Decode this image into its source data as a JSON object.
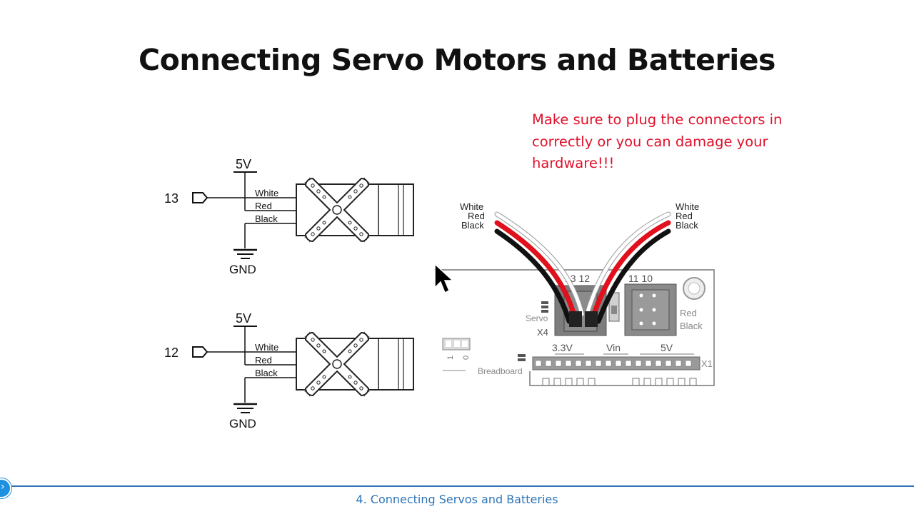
{
  "slide": {
    "title": "Connecting Servo Motors and Batteries",
    "warning_lines": [
      "Make sure to plug the connectors in",
      "correctly or you can damage your",
      "hardware!!!"
    ],
    "footer": "4. Connecting Servos and Batteries"
  },
  "schematic_top": {
    "pin": "13",
    "supply": "5V",
    "ground": "GND",
    "wires": [
      "White",
      "Red",
      "Black"
    ]
  },
  "schematic_bottom": {
    "pin": "12",
    "supply": "5V",
    "ground": "GND",
    "wires": [
      "White",
      "Red",
      "Black"
    ]
  },
  "board": {
    "left_wire_labels": [
      "White",
      "Red",
      "Black"
    ],
    "right_wire_labels": [
      "White",
      "Red",
      "Black"
    ],
    "header_pins_left": "13 12",
    "header_pins_right": "11 10",
    "servo_label": "Servo",
    "x4_label": "X4",
    "battery_labels": [
      "Red",
      "Black"
    ],
    "rail_labels": [
      "3.3V",
      "Vin",
      "5V"
    ],
    "x1_label": "X1",
    "breadboard_label": "Breadboard",
    "jumper_labels": [
      "1",
      "0"
    ]
  },
  "colors": {
    "warning": "#e0102a",
    "footer": "#2e75b6",
    "wire_red": "#e0101c",
    "wire_black": "#111111"
  }
}
